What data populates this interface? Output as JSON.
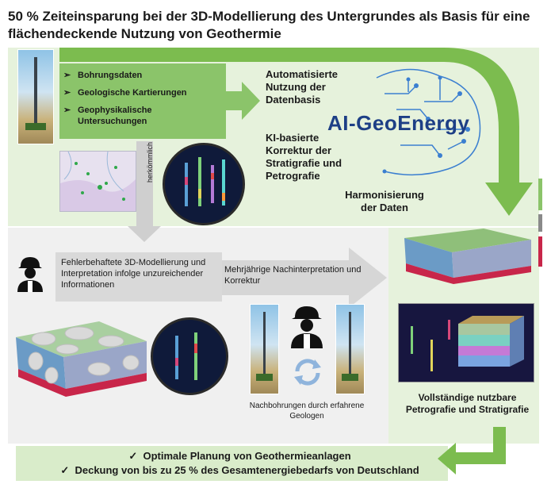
{
  "title": "50 % Zeiteinsparung bei der 3D-Modellierung des Untergrundes als Basis für eine flächendeckende Nutzung von Geothermie",
  "data_sources": {
    "items": [
      "Bohrungsdaten",
      "Geologische Kartierungen",
      "Geophysikalische Untersuchungen"
    ],
    "bullet": "➢"
  },
  "ai_steps": {
    "step1": "Automatisierte Nutzung der Datenbasis",
    "step2": "KI-basierte Korrektur der Stratigrafie und Petrografie",
    "step3": "Harmonisierung der Daten"
  },
  "brain_label": "AI-GeoEnergy",
  "conventional": {
    "arrow_label": "herkömmlich",
    "problem": "Fehlerbehaftete 3D-Modellierung und Interpretation infolge unzureichender Informationen",
    "arrow2_label": "Mehrjährige Nachinterpretation und Korrektur",
    "redrill": "Nachbohrungen durch erfahrene Geologen"
  },
  "result_label": "Vollständige nutzbare Petrografie und Stratigrafie",
  "outcomes": {
    "check": "✓",
    "items": [
      "Optimale Planung von Geothermieanlagen",
      "Deckung von bis zu 25 % des Gesamtenergiebedarfs von Deutschland"
    ]
  },
  "colors": {
    "green_panel": "#e6f2dc",
    "green_arrow": "#7cbc4f",
    "green_box": "#8bc46a",
    "grey_arrow": "#cfcfcf",
    "brain_blue": "#1d3f86",
    "model_red": "#c8264a"
  }
}
